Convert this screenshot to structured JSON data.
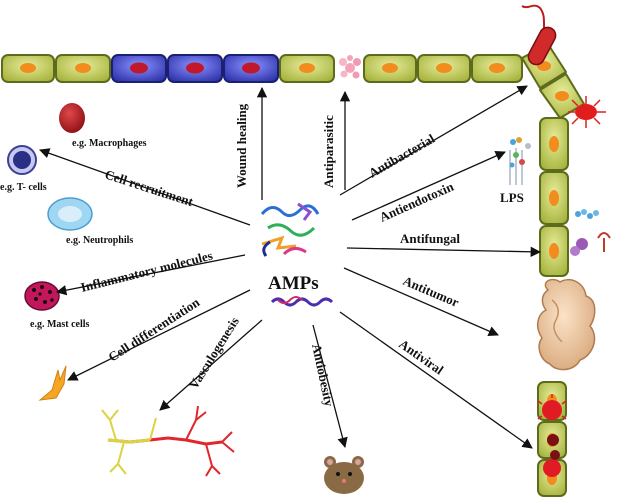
{
  "center_label": "AMPs",
  "activities": {
    "wound_healing": "Wound healing",
    "antiparasitic": "Antiparasitic",
    "antibacterial": "Antibacterial",
    "antiendotoxin": "Antiendotoxin",
    "antifungal": "Antifungal",
    "antitumor": "Antitumor",
    "antiviral": "Antiviral",
    "antiobesity": "Antiobesity",
    "vasculogenesis": "Vasculogenesis",
    "cell_differentiation": "Cell differentiation",
    "inflammatory_molecules": "Inflammatory molecules",
    "cell_recruitment": "Cell recruitment"
  },
  "cells": {
    "macrophages": "e.g. Macrophages",
    "t_cells": "e.g. T- cells",
    "neutrophils": "e.g. Neutrophils",
    "mast_cells": "e.g. Mast cells",
    "lps": "LPS"
  },
  "colors": {
    "epithelium": "#b8c34a",
    "epithelium_stroke": "#5d6b1c",
    "nucleus": "#f28c1e",
    "damaged_cell": "#3a3fb8",
    "damaged_nucleus": "#c2182b",
    "bacterium": "#d02a2a",
    "arrow": "#111111"
  },
  "icons": [
    "protein-structure-icon",
    "bacterium-icon",
    "parasite-icon",
    "fungus-icon",
    "virus-icon",
    "tumor-icon",
    "mouse-icon",
    "blood-vessel-icon",
    "neuron-icon"
  ]
}
